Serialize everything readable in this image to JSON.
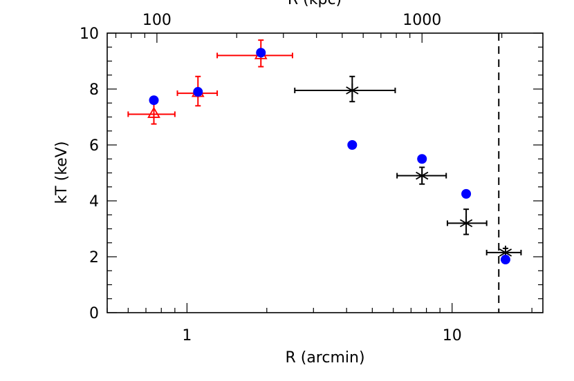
{
  "chart_data": {
    "type": "scatter",
    "xscale": "log",
    "xlim": [
      0.5,
      22
    ],
    "ylim": [
      0,
      10
    ],
    "xlabel": "R (arcmin)",
    "ylabel": "kT (keV)",
    "top_axis_label": "R (kpc)",
    "x_tick_labels": [
      "1",
      "10"
    ],
    "y_tick_labels": [
      "0",
      "2",
      "4",
      "6",
      "8",
      "10"
    ],
    "top_tick_labels": [
      "100",
      "1000"
    ],
    "top_tick_positions_arcmin": [
      0.77,
      7.7
    ],
    "vline_x": 15.0,
    "series": [
      {
        "marker": "triangle",
        "color": "#ff0000",
        "points": [
          {
            "x": 0.75,
            "y": 7.1,
            "xlo": 0.6,
            "xhi": 0.9,
            "ylo": 6.75,
            "yhi": 7.5
          },
          {
            "x": 1.1,
            "y": 7.85,
            "xlo": 0.92,
            "xhi": 1.3,
            "ylo": 7.4,
            "yhi": 8.45
          },
          {
            "x": 1.9,
            "y": 9.2,
            "xlo": 1.3,
            "xhi": 2.5,
            "ylo": 8.8,
            "yhi": 9.75
          }
        ]
      },
      {
        "marker": "star",
        "color": "#000000",
        "points": [
          {
            "x": 4.2,
            "y": 7.95,
            "xlo": 2.55,
            "xhi": 6.1,
            "ylo": 7.55,
            "yhi": 8.45
          },
          {
            "x": 7.7,
            "y": 4.9,
            "xlo": 6.2,
            "xhi": 9.5,
            "ylo": 4.6,
            "yhi": 5.2
          },
          {
            "x": 11.3,
            "y": 3.2,
            "xlo": 9.6,
            "xhi": 13.5,
            "ylo": 2.8,
            "yhi": 3.7
          },
          {
            "x": 15.9,
            "y": 2.15,
            "xlo": 13.5,
            "xhi": 18.2,
            "ylo": 2.0,
            "yhi": 2.3
          }
        ]
      },
      {
        "marker": "circle",
        "color": "#0000ff",
        "points": [
          {
            "x": 0.75,
            "y": 7.6
          },
          {
            "x": 1.1,
            "y": 7.9
          },
          {
            "x": 1.9,
            "y": 9.3
          },
          {
            "x": 4.2,
            "y": 6.0
          },
          {
            "x": 7.7,
            "y": 5.5
          },
          {
            "x": 11.3,
            "y": 4.25
          },
          {
            "x": 15.9,
            "y": 1.9
          }
        ]
      }
    ]
  }
}
